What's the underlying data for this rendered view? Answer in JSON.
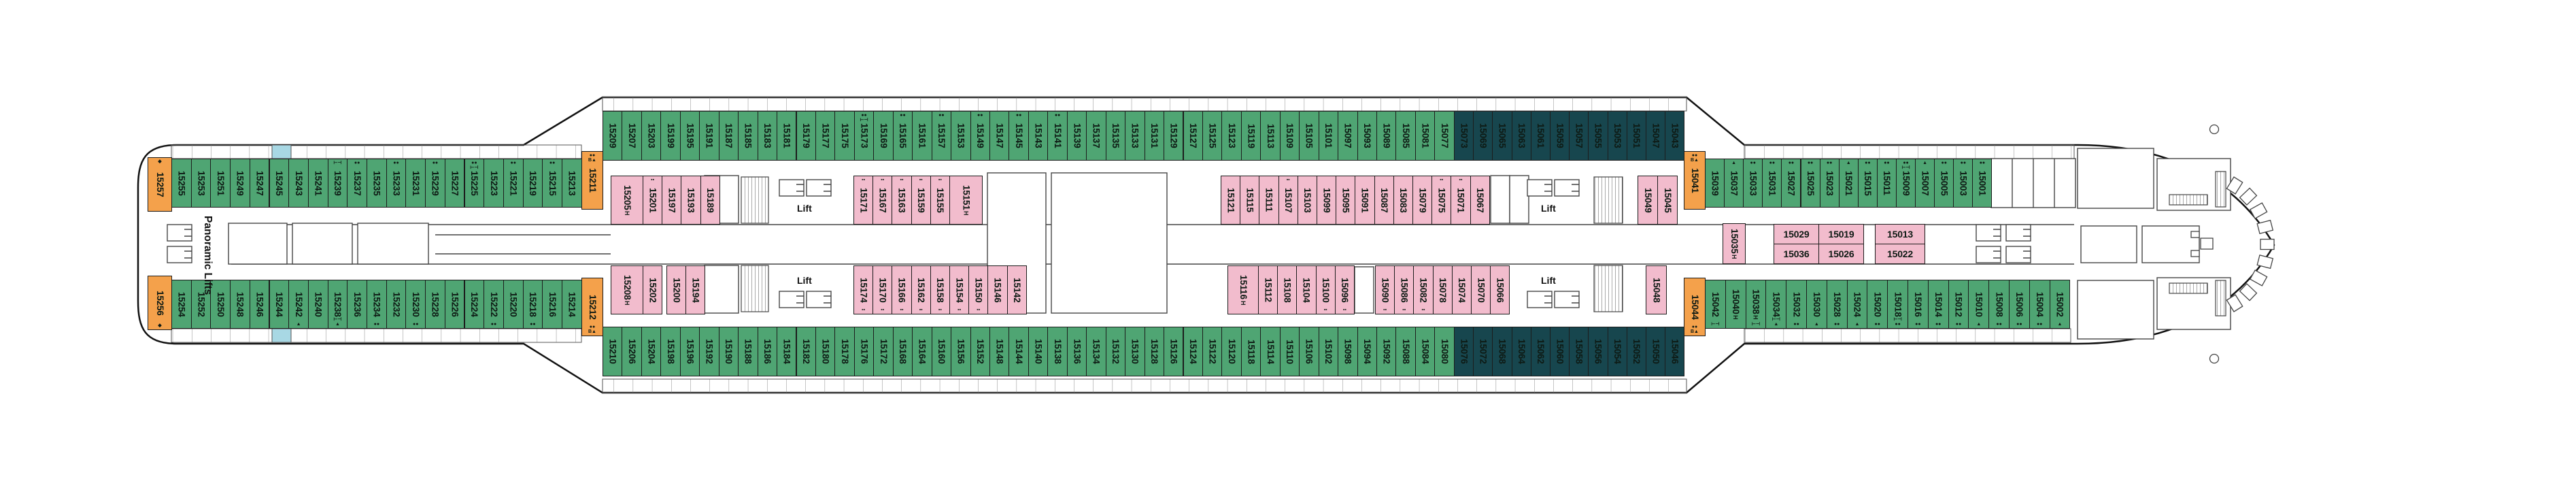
{
  "plan_name": "ship-deck-plan-deck-15",
  "labels": {
    "panoramic_lifts": "Panoramic Lifts",
    "lift": "Lift"
  },
  "colors": {
    "green": "#4fa573",
    "pink": "#f2bccd",
    "orange": "#f4a14b",
    "dark_teal": "#17464e",
    "light_blue": "#a8d8e4",
    "outline": "#111111"
  },
  "symbol_glyphs": {
    "two_dots": "●●",
    "two_squares": "▪▪",
    "connecting": "⊢⊣",
    "triangle": "▲",
    "diamond": "◆",
    "accessible": "H",
    "orange_suite_marks": "●● B▲"
  },
  "rows": {
    "aftCapTop": [
      "15257|◆"
    ],
    "aftTop": [
      "15255",
      "15253",
      "15251",
      "15249",
      "15247",
      "15245",
      "15243",
      "15241",
      "15239|⊢⊣",
      "15237|●●",
      "15235",
      "15233|●●",
      "15231",
      "15229|●●",
      "15227",
      "15225|●● ⊢⊣",
      "15223",
      "15221|●●",
      "15219",
      "15215|●●",
      "15213"
    ],
    "orangeTop1": [
      "15211|●● B▲"
    ],
    "midTop": [
      "15209",
      "15207",
      "15203",
      "15199",
      "15195",
      "15191",
      "15187",
      "15185",
      "15183",
      "15181",
      "15179",
      "15177",
      "15175",
      "15173|●● ⊢⊣",
      "15169",
      "15165|●●",
      "15161",
      "15157|●●",
      "15153",
      "15149|●●",
      "15147",
      "15145|●●",
      "15143",
      "15141|●●",
      "15139",
      "15137",
      "15135",
      "15133",
      "15131",
      "15129",
      "15127",
      "15125",
      "15123",
      "15119",
      "15113",
      "15109",
      "15105",
      "15101",
      "15097",
      "15093",
      "15089",
      "15085",
      "15081",
      "15077"
    ],
    "darkTop": [
      "15073",
      "15069",
      "15065",
      "15063",
      "15061",
      "15059",
      "15057",
      "15055",
      "15053",
      "15051",
      "15047",
      "15043"
    ],
    "orangeTop2": [
      "15041|●● B▲"
    ],
    "fwdTop": [
      "15039",
      "15037|▲",
      "15033|●●",
      "15031|●●",
      "15027|●●",
      "15025|●●",
      "15023|●●",
      "15021|▲",
      "15015|●●",
      "15011|●●",
      "15009|●● ⊢⊣",
      "15007|▲",
      "15005|●●",
      "15003|●●",
      "15001|●●"
    ],
    "aftCapBottom": [
      "15256|◆"
    ],
    "aftBottom": [
      "15254",
      "15252",
      "15250",
      "15248",
      "15246",
      "15244",
      "15242|▲",
      "15240",
      "15238|⊢⊣ ▲",
      "15236",
      "15234|●●",
      "15232",
      "15230|●●",
      "15228",
      "15226",
      "15224",
      "15222|●●",
      "15220",
      "15218|●●",
      "15216",
      "15214"
    ],
    "orangeBottom1": [
      "15212|●● B▲"
    ],
    "midBottom": [
      "15210",
      "15206",
      "15204",
      "15198",
      "15196",
      "15192",
      "15190",
      "15188",
      "15186",
      "15184",
      "15182",
      "15180",
      "15178",
      "15176",
      "15172",
      "15168",
      "15164",
      "15160",
      "15156",
      "15152",
      "15148",
      "15144",
      "15140",
      "15138",
      "15136",
      "15134",
      "15132",
      "15130",
      "15128",
      "15126",
      "15124",
      "15122",
      "15120",
      "15118",
      "15114",
      "15110",
      "15106",
      "15102",
      "15098",
      "15094",
      "15092",
      "15088",
      "15084",
      "15080"
    ],
    "darkBottom": [
      "15076",
      "15072",
      "15068",
      "15064",
      "15062",
      "15060",
      "15058",
      "15056",
      "15054",
      "15052",
      "15050",
      "15046"
    ],
    "orangeBottom2": [
      "15044|●● B▲"
    ],
    "fwdBottom": [
      "15042|⊢⊣",
      "15040H|",
      "15038H|⊢⊣",
      "15034|⊢⊣ ▲",
      "15032|●●",
      "15030|▲",
      "15028|●●",
      "15024|▲",
      "15020|●●",
      "15018|⊢⊣ ●●",
      "15016|●●",
      "15014|●●",
      "15012|●●",
      "15010|▲",
      "15008|●●",
      "15006|●●",
      "15004|●●",
      "15002|▲"
    ],
    "innerTopA1": [
      "15205H|"
    ],
    "innerTopA2": [
      "15201|▪▪",
      "15197",
      "15193",
      "15189"
    ],
    "innerTopB": [
      "15171|▪▪",
      "15167|▪▪",
      "15163|▪▪",
      "15159|▪▪",
      "15155|▪▪"
    ],
    "innerTopB2": [
      "15151H|"
    ],
    "innerTopC": [
      "15121",
      "15115",
      "15111",
      "15107|▪▪",
      "15103",
      "15099",
      "15095",
      "15091",
      "15087",
      "15083",
      "15079",
      "15075|▪▪",
      "15071|▪▪",
      "15067"
    ],
    "innerTopD": [
      "15049",
      "15045"
    ],
    "innerBottomA1": [
      "15208H|"
    ],
    "innerBottomA2": [
      "15202"
    ],
    "innerBottomA3": [
      "15200",
      "15194"
    ],
    "innerBottomB": [
      "15174|▪▪",
      "15170|▪▪",
      "15166|▪▪",
      "15162|▪▪",
      "15158|▪▪",
      "15154|▪▪",
      "15150|▪▪",
      "15146",
      "15142"
    ],
    "innerBottomC1": [
      "15116H|"
    ],
    "innerBottomC2": [
      "15112",
      "15108",
      "15104",
      "15100|▪▪",
      "15096|▪▪"
    ],
    "innerBottomC3": [
      "15090|▪▪",
      "15086|▪▪",
      "15082|▪▪",
      "15078",
      "15074",
      "15070",
      "15066"
    ],
    "innerBottomD": [
      "15048"
    ],
    "mid35": [
      "15035H|"
    ],
    "centerTop1": [
      "15029",
      "15019"
    ],
    "centerBottom1": [
      "15036",
      "15026"
    ],
    "centerTop2": [
      "15013"
    ],
    "centerBottom2": [
      "15022"
    ]
  }
}
